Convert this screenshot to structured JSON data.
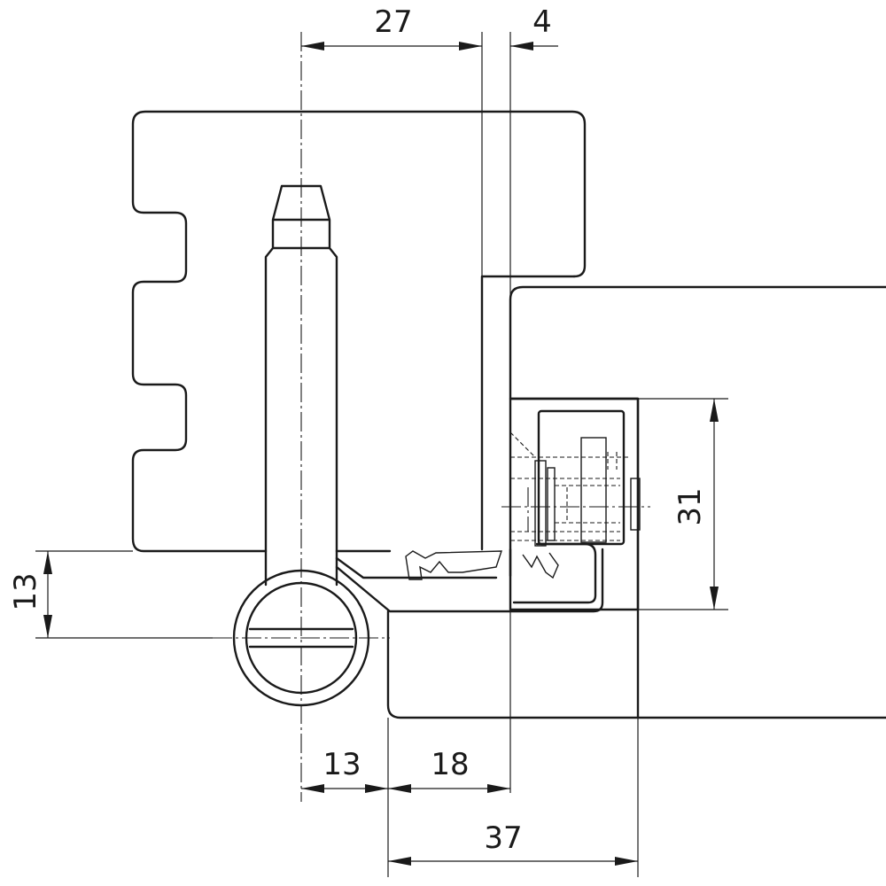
{
  "drawing": {
    "dimensions": {
      "top_left": "27",
      "top_right": "4",
      "right_vertical": "31",
      "left_vertical": "13",
      "bottom_left": "13",
      "bottom_middle": "18",
      "bottom_overall": "37"
    }
  }
}
